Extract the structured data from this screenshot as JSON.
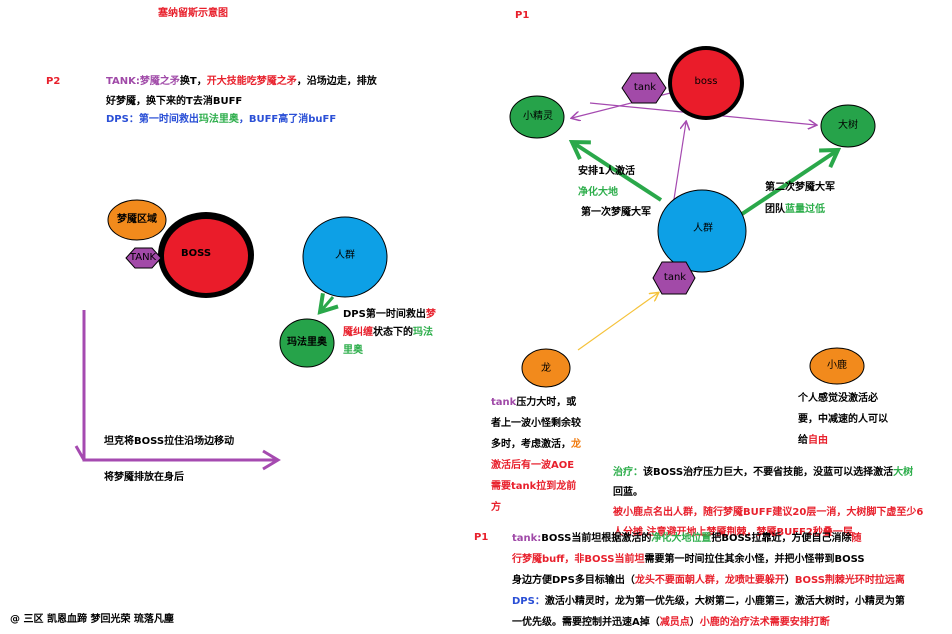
{
  "title": "塞纳留斯示意图",
  "phase_p1_top": "P1",
  "phase_p2": "P2",
  "phase_p1_bottom": "P1",
  "p2_strategy": {
    "l1_tank": "TANK:梦魇之矛",
    "l1_b": "换T，",
    "l1_c": "开大技能吃梦魇之矛",
    "l1_d": "，沿场边走，排放",
    "l2": "好梦魇，换下来的T去消BUFF",
    "l3_a": "DPS：第一时间救出",
    "l3_b": "玛法里奥",
    "l3_c": "，BUFF高了消buFF"
  },
  "left": {
    "nightmare_zone": "梦魇区域",
    "tank": "TANK",
    "boss": "BOSS",
    "crowd": "人群",
    "malfurion": "玛法里奥",
    "dps_note": {
      "a": "DPS第一时间救出",
      "b": "梦",
      "c": "魇纠缠",
      "d": "状态下的",
      "e": "玛法",
      "f": "里奥"
    },
    "tank_move": "坦克将BOSS拉住沿场边移动",
    "nightmare_behind": "将梦魇排放在身后"
  },
  "right": {
    "boss": "boss",
    "tank_top": "tank",
    "wisp": "小精灵",
    "tree": "大树",
    "crowd": "人群",
    "tank_mid": "tank",
    "dragon": "龙",
    "deer": "小鹿",
    "arrange_note": {
      "l1": "安排1人激活",
      "l2": "净化大地",
      "l3": "第一次梦魇大军"
    },
    "second_wave": {
      "l1": "第二次梦魇大军",
      "l2_a": "团队",
      "l2_b": "蓝量过低"
    },
    "tank_pressure": {
      "l1_a": "tank",
      "l1_b": "压力大时，或",
      "l2": "者上一波小怪剩余较",
      "l3_a": "多时，考虑激活，",
      "l3_b": "龙",
      "l4": "激活后有一波AOE",
      "l5": "需要tank拉到龙前",
      "l6": "方"
    },
    "deer_note": {
      "l1": "个人感觉没激活必",
      "l2": "要，中减速的人可以",
      "l3_a": "给",
      "l3_b": "自由"
    }
  },
  "heal_note": {
    "l1_a": "治疗：",
    "l1_b": "该BOSS治疗压力巨大，不要省技能，没蓝可以选择激活",
    "l1_c": "大树",
    "l2": "回蓝。",
    "l3": "被小鹿点名出人群，",
    "l3_b": "随行梦魇BUFF建议20层一消，大树脚下虚至少6",
    "l4_a": "人分摊",
    "l4_b": "  注意避开地上梦魇荆棘，梦魇BUFF2秒叠一层"
  },
  "bottom": {
    "l1_a": "tank:",
    "l1_b": "BOSS当前坦根据激活的",
    "l1_c": "净化大地位置",
    "l1_d": "把BOSS拉靠近，方便自己消除",
    "l1_e": "随",
    "l2_a": "行梦魇buff，非BOSS当前坦",
    "l2_b": "需要第一时间拉住其余小怪，并把小怪带到BOSS",
    "l3_a": "身边方便DPS多目标输出（",
    "l3_b": "龙头不要面朝人群，龙喷吐要躲开",
    "l3_c": "）",
    "l3_d": "BOSS荆棘光环时拉远离",
    "l4_a": "DPS：",
    "l4_b": "激活小精灵时，龙为第一优先级，大树第二，小鹿第三，激活大树时，小精灵为第",
    "l5_a": "一优先级。需要控制并迅速A掉（",
    "l5_b": "减员点",
    "l5_c": "）",
    "l5_d": "小鹿的治疗法术需要安排打断"
  },
  "credit": "@ 三区 凯恩血蹄 梦回光荣 琉落凡塵",
  "colors": {
    "red_circle": "#ea1c2a",
    "blue_circle": "#0da0e6",
    "green_circle": "#26a34a",
    "orange_circle": "#f28a1c",
    "purple_hex": "#a24aa8",
    "arrow_green": "#2aa84a",
    "arrow_purple": "#a54ab0",
    "arrow_yellow": "#f5c23a"
  }
}
